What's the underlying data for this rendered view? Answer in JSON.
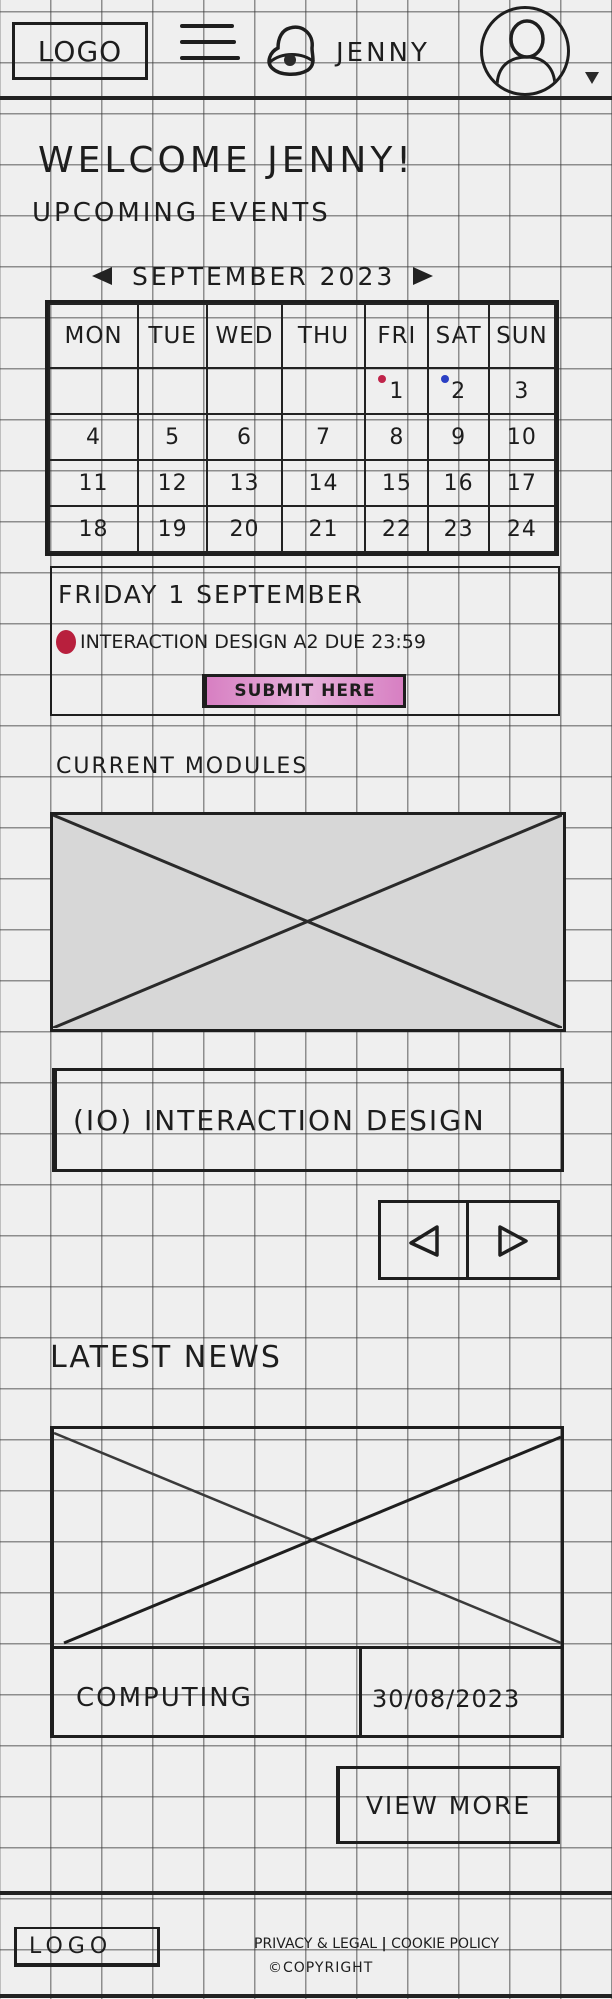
{
  "header": {
    "logo": "LOGO",
    "menu_icon": "hamburger-menu-icon",
    "notification_icon": "bell-icon",
    "username": "JENNY",
    "avatar_icon": "user-avatar-icon",
    "avatar_dropdown_icon": "caret-down-icon"
  },
  "welcome": {
    "greeting": "WELCOME JENNY!",
    "section_title": "UPCOMING EVENTS"
  },
  "calendar": {
    "prev_icon": "triangle-left-icon",
    "month_label": "SEPTEMBER 2023",
    "next_icon": "triangle-right-icon",
    "weekdays": [
      "MON",
      "TUE",
      "WED",
      "THU",
      "FRI",
      "SAT",
      "SUN"
    ],
    "weeks": [
      [
        "",
        "",
        "",
        "",
        "1",
        "2",
        "3"
      ],
      [
        "4",
        "5",
        "6",
        "7",
        "8",
        "9",
        "10"
      ],
      [
        "11",
        "12",
        "13",
        "14",
        "15",
        "16",
        "17"
      ],
      [
        "18",
        "19",
        "20",
        "21",
        "22",
        "23",
        "24"
      ]
    ],
    "markers": [
      {
        "day": "1",
        "color": "#c0244a"
      },
      {
        "day": "2",
        "color": "#2a3fc4"
      }
    ]
  },
  "event_detail": {
    "date_heading": "FRIDAY 1 SEPTEMBER",
    "event_dot_color": "#b81f3d",
    "event_text": "INTERACTION DESIGN A2 DUE 23:59",
    "submit_label": "SUBMIT HERE",
    "submit_highlight_color": "#d77fc2"
  },
  "modules": {
    "title": "CURRENT MODULES",
    "image_icon": "image-placeholder-icon",
    "module_name": "(IO) INTERACTION DESIGN",
    "prev_icon": "triangle-left-icon",
    "next_icon": "triangle-right-icon"
  },
  "news": {
    "title": "LATEST NEWS",
    "image_icon": "image-placeholder-icon",
    "category": "COMPUTING",
    "date": "30/08/2023",
    "view_more_label": "VIEW MORE"
  },
  "footer": {
    "logo": "LOGO",
    "privacy_link": "PRIVACY & LEGAL",
    "separator": "|",
    "cookie_link": "COOKIE POLICY",
    "copyright": "©COPYRIGHT"
  }
}
